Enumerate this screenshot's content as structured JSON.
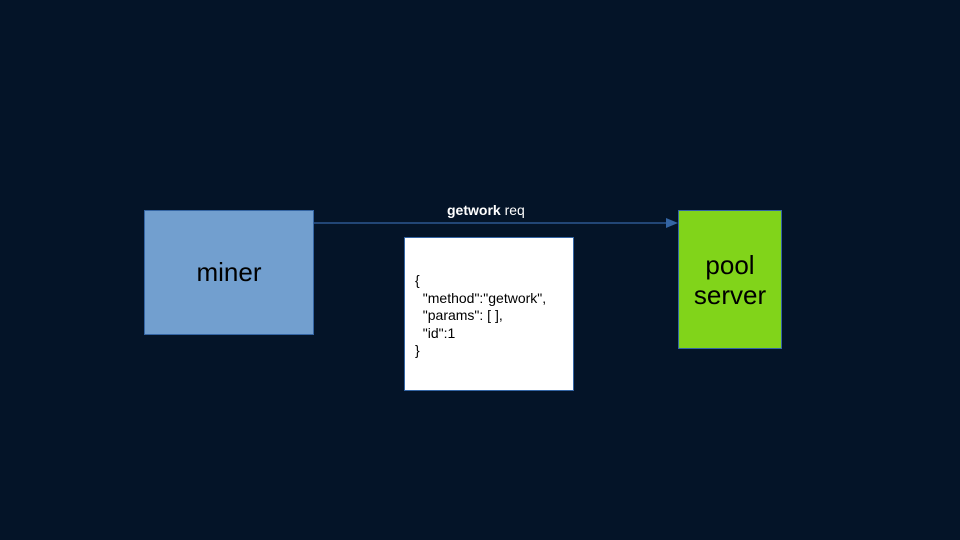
{
  "nodes": {
    "miner": {
      "label": "miner"
    },
    "pool": {
      "lines": [
        "pool",
        "server"
      ]
    }
  },
  "edge": {
    "label_bold": "getwork",
    "label_rest": " req"
  },
  "payload": {
    "lines": [
      "{",
      "  \"method\":\"getwork\",",
      "  \"params\": [ ],",
      "  \"id\":1",
      "}"
    ]
  },
  "colors": {
    "background": "#041428",
    "miner_fill": "#729fcf",
    "pool_fill": "#81d41a",
    "arrow": "#3465a4",
    "payload_fill": "#ffffff"
  }
}
